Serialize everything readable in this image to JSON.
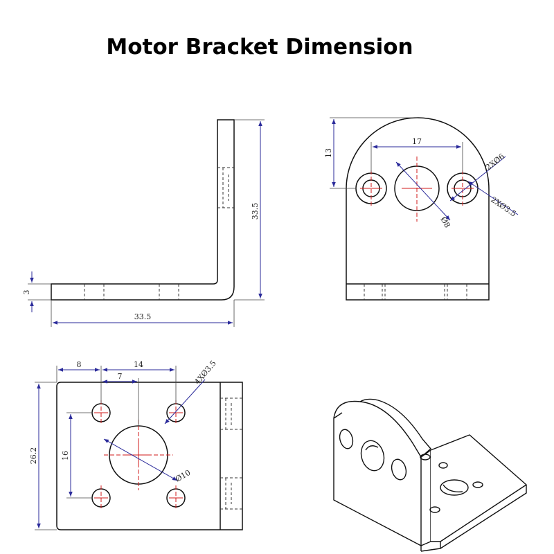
{
  "title": "Motor Bracket Dimension",
  "side_view": {
    "height_label": "33.5",
    "length_label": "33.5",
    "thickness_label": "3"
  },
  "front_view": {
    "height_label": "13",
    "spacing_label": "17",
    "hole_small_label": "2XØ6",
    "hole_tiny_label": "2XØ3.5",
    "center_hole_label": "Ø8"
  },
  "base_view": {
    "offset_label": "8",
    "spacing_label": "14",
    "half_label": "7",
    "hole_label": "4XØ3.5",
    "height_label": "26.2",
    "vertical_spacing_label": "16",
    "center_hole_label": "Ø10"
  }
}
